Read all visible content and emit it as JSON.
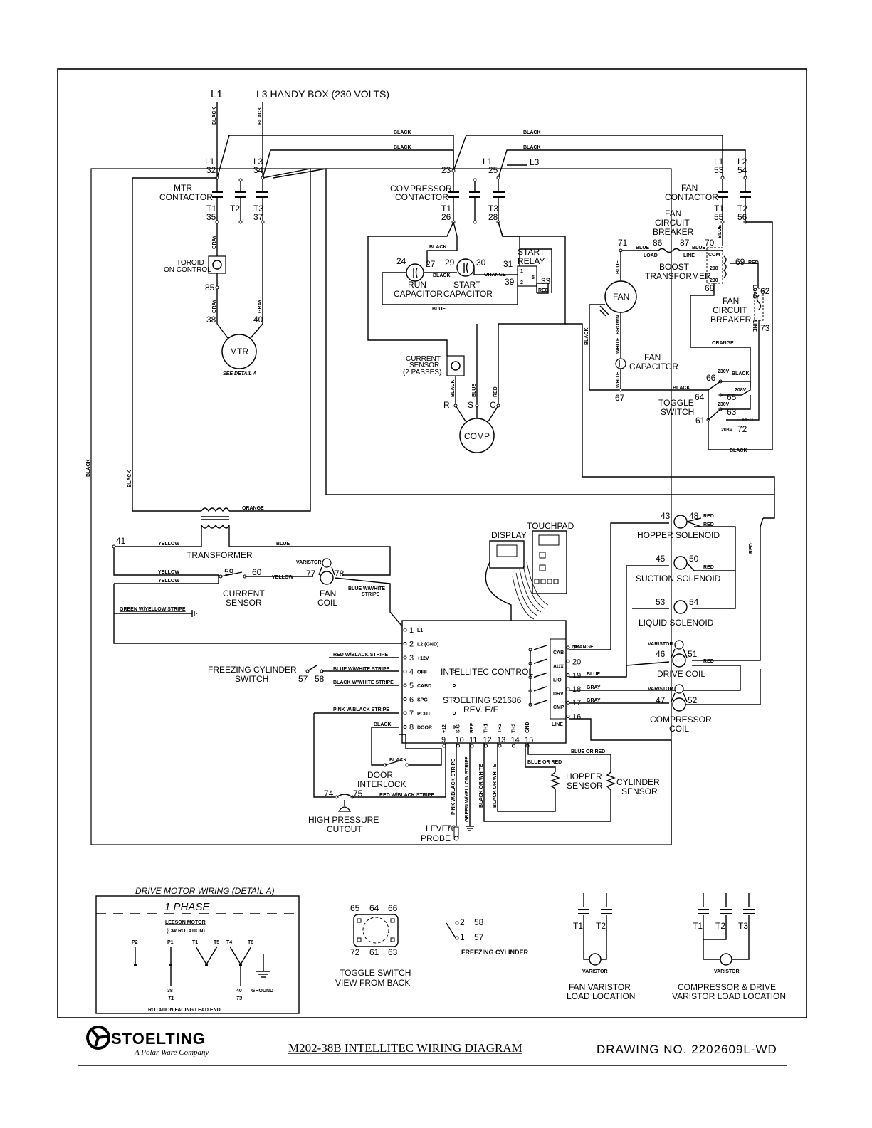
{
  "header": {
    "l1": "L1",
    "l3_handy": "L3  HANDY BOX (230 VOLTS)"
  },
  "wire_colors": {
    "black": "BLACK",
    "blue": "BLUE",
    "gray": "GRAY",
    "orange": "ORANGE",
    "red": "RED",
    "yellow": "YELLOW",
    "white": "WHITE",
    "brown": "BROWN",
    "red_black": "RED W/BLACK STRIPE",
    "blue_white": "BLUE W/WHITE STRIPE",
    "blue_white_stripe_a": "BLUE W/WHITE",
    "stripe": "STRIPE",
    "black_white": "BLACK W/WHITE STRIPE",
    "pink_black": "PINK W/BLACK STRIPE",
    "green_yellow": "GREEN W/YELLOW STRIPE",
    "blue_or_red": "BLUE OR RED",
    "black_or_white": "BLACK OR WHITE"
  },
  "mtr_contactor": {
    "label_a": "MTR",
    "label_b": "CONTACTOR",
    "t_l1": "L1",
    "t_32": "32",
    "t_l3": "L3",
    "t_34": "34",
    "t_t1": "T1",
    "t_35": "35",
    "t_t2": "T2",
    "t_t3": "T3",
    "t_37": "37"
  },
  "toroid": {
    "a": "TOROID",
    "b": "ON CONTROL",
    "n85": "85",
    "n38": "38",
    "n40": "40"
  },
  "mtr": {
    "label": "MTR",
    "detail": "SEE DETAIL A"
  },
  "compressor_contactor": {
    "label_a": "COMPRESSOR",
    "label_b": "CONTACTOR",
    "n23": "23",
    "l1": "L1",
    "n25": "25",
    "l3": "L3",
    "t1": "T1",
    "n26": "26",
    "t3": "T3",
    "n28": "28"
  },
  "start_relay": {
    "a": "START",
    "b": "RELAY",
    "n31": "31",
    "n39": "39",
    "n33": "33",
    "o1": "1",
    "o2": "2",
    "o5": "5"
  },
  "capacitors": {
    "n24": "24",
    "n27": "27",
    "n29": "29",
    "n30": "30",
    "run_a": "RUN",
    "run_b": "CAPACITOR",
    "start_a": "START",
    "start_b": "CAPACITOR"
  },
  "current_sensor_top": {
    "a": "CURRENT",
    "b": "SENSOR",
    "c": "(2 PASSES)"
  },
  "comp": {
    "label": "COMP",
    "r": "R",
    "s": "S",
    "c": "C"
  },
  "fan_section": {
    "l1": "L1",
    "n53": "53",
    "l2": "L2",
    "n54": "54",
    "contactor_a": "FAN",
    "contactor_b": "CONTACTOR",
    "t1": "T1",
    "n55": "55",
    "t2": "T2",
    "n56": "56",
    "cb1_a": "FAN",
    "cb1_b": "CIRCUIT",
    "cb1_c": "BREAKER",
    "n71": "71",
    "n86": "86",
    "n87": "87",
    "n70": "70",
    "load": "LOAD",
    "line": "LINE",
    "com": "COM",
    "v208": "208",
    "v230": "230",
    "n69": "69",
    "n68": "68",
    "boost_a": "BOOST",
    "boost_b": "TRANSFORMER",
    "fan": "FAN",
    "n62": "62",
    "n73": "73",
    "cb2_a": "FAN",
    "cb2_b": "CIRCUIT",
    "cb2_c": "BREAKER",
    "cap_a": "FAN",
    "cap_b": "CAPACITOR",
    "n67": "67",
    "n66": "66",
    "n64": "64",
    "n65": "65",
    "n61": "61",
    "n63": "63",
    "n72": "72",
    "sw230a": "230V",
    "sw208a": "208V",
    "sw230b": "230V",
    "sw208b": "208V",
    "toggle_a": "TOGGLE",
    "toggle_b": "SWITCH"
  },
  "transformer": {
    "label": "TRANSFORMER",
    "n41": "41"
  },
  "current_sensor_low": {
    "n59": "59",
    "n60": "60",
    "a": "CURRENT",
    "b": "SENSOR"
  },
  "fan_coil": {
    "varistor": "VARISTOR",
    "n77": "77",
    "n78": "78",
    "a": "FAN",
    "b": "COIL"
  },
  "display": {
    "display": "DISPLAY",
    "touchpad": "TOUCHPAD"
  },
  "control": {
    "title_a": "INTELLITEC  CONTROL",
    "title_b": "STOELTING  521686",
    "title_c": "REV. E/F",
    "left_pins": [
      {
        "n": "1",
        "l": "L1"
      },
      {
        "n": "2",
        "l": "L2 (GND)"
      },
      {
        "n": "3",
        "l": "+12V"
      },
      {
        "n": "4",
        "l": "OFF"
      },
      {
        "n": "5",
        "l": "CABD"
      },
      {
        "n": "6",
        "l": "SPG"
      },
      {
        "n": "7",
        "l": "PCUT"
      },
      {
        "n": "8",
        "l": "DOOR"
      }
    ],
    "bottom_pins": [
      {
        "n": "9",
        "l": "+12"
      },
      {
        "n": "10",
        "l": "SIG"
      },
      {
        "n": "11",
        "l": "REF"
      },
      {
        "n": "12",
        "l": "TH1"
      },
      {
        "n": "13",
        "l": "TH2"
      },
      {
        "n": "14",
        "l": "TH3"
      },
      {
        "n": "15",
        "l": "GND"
      }
    ],
    "right_pins": [
      "21",
      "20",
      "19",
      "18",
      "17",
      "16"
    ],
    "relays": [
      "CAB",
      "AUX",
      "LIQ",
      "DRV",
      "CMP"
    ],
    "line": "LINE"
  },
  "freezing_switch": {
    "a": "FREEZING CYLINDER",
    "b": "SWITCH",
    "n57": "57",
    "n58": "58"
  },
  "door": {
    "a": "DOOR",
    "b": "INTERLOCK"
  },
  "hp_cutout": {
    "n74": "74",
    "n75": "75",
    "a": "HIGH PRESSURE",
    "b": "CUTOUT"
  },
  "level_probe": {
    "a": "LEVEL",
    "b": "PROBE",
    "n76": "76"
  },
  "sensors": {
    "hopper_a": "HOPPER",
    "hopper_b": "SENSOR",
    "cyl_a": "CYLINDER",
    "cyl_b": "SENSOR"
  },
  "solenoids": {
    "hopper": {
      "a": "43",
      "b": "48",
      "label": "HOPPER  SOLENOID"
    },
    "suction": {
      "a": "45",
      "b": "50",
      "label": "SUCTION  SOLENOID"
    },
    "liquid": {
      "a": "53",
      "b": "54",
      "label": "LIQUID  SOLENOID"
    }
  },
  "drive_coil": {
    "varistor": "VARISTOR",
    "n46": "46",
    "n51": "51",
    "label": "DRIVE  COIL"
  },
  "compressor_coil": {
    "varistor": "VARISTOR",
    "n47": "47",
    "n52": "52",
    "a": "COMPRESSOR",
    "b": "COIL"
  },
  "detail_a": {
    "title": "DRIVE  MOTOR  WIRING  (DETAIL  A)",
    "phase": "1  PHASE",
    "motor": "LEESON MOTOR",
    "rotation": "(CW ROTATION)",
    "leads": [
      "P2",
      "P1",
      "T1",
      "T5",
      "T4",
      "T8"
    ],
    "n38": "38",
    "t1": "T1",
    "n40": "40",
    "t3": "T3",
    "ground": "GROUND",
    "footer": "ROTATION  FACING  LEAD  END"
  },
  "toggle_view": {
    "top": [
      "65",
      "64",
      "66"
    ],
    "bottom": [
      "72",
      "61",
      "63"
    ],
    "a": "TOGGLE  SWITCH",
    "b": "VIEW  FROM  BACK"
  },
  "freezing_cyl_detail": {
    "p2": "2",
    "n58": "58",
    "p1": "1",
    "n57": "57",
    "label": "FREEZING  CYLINDER"
  },
  "fan_varistor": {
    "t1": "T1",
    "t2": "T2",
    "varistor": "VARISTOR",
    "a": "FAN  VARISTOR",
    "b": "LOAD  LOCATION"
  },
  "comp_varistor": {
    "t1": "T1",
    "t2": "T2",
    "t3": "T3",
    "varistor": "VARISTOR",
    "a": "COMPRESSOR  &  DRIVE",
    "b": "VARISTOR  LOAD  LOCATION"
  },
  "footer": {
    "brand": "STOELTING",
    "tagline": "A Polar Ware Company",
    "title": "M202-38B INTELLITEC WIRING DIAGRAM",
    "drawing": "DRAWING  NO.  2202609L-WD"
  },
  "colors": {
    "line": "#000000",
    "paper": "#ffffff"
  }
}
